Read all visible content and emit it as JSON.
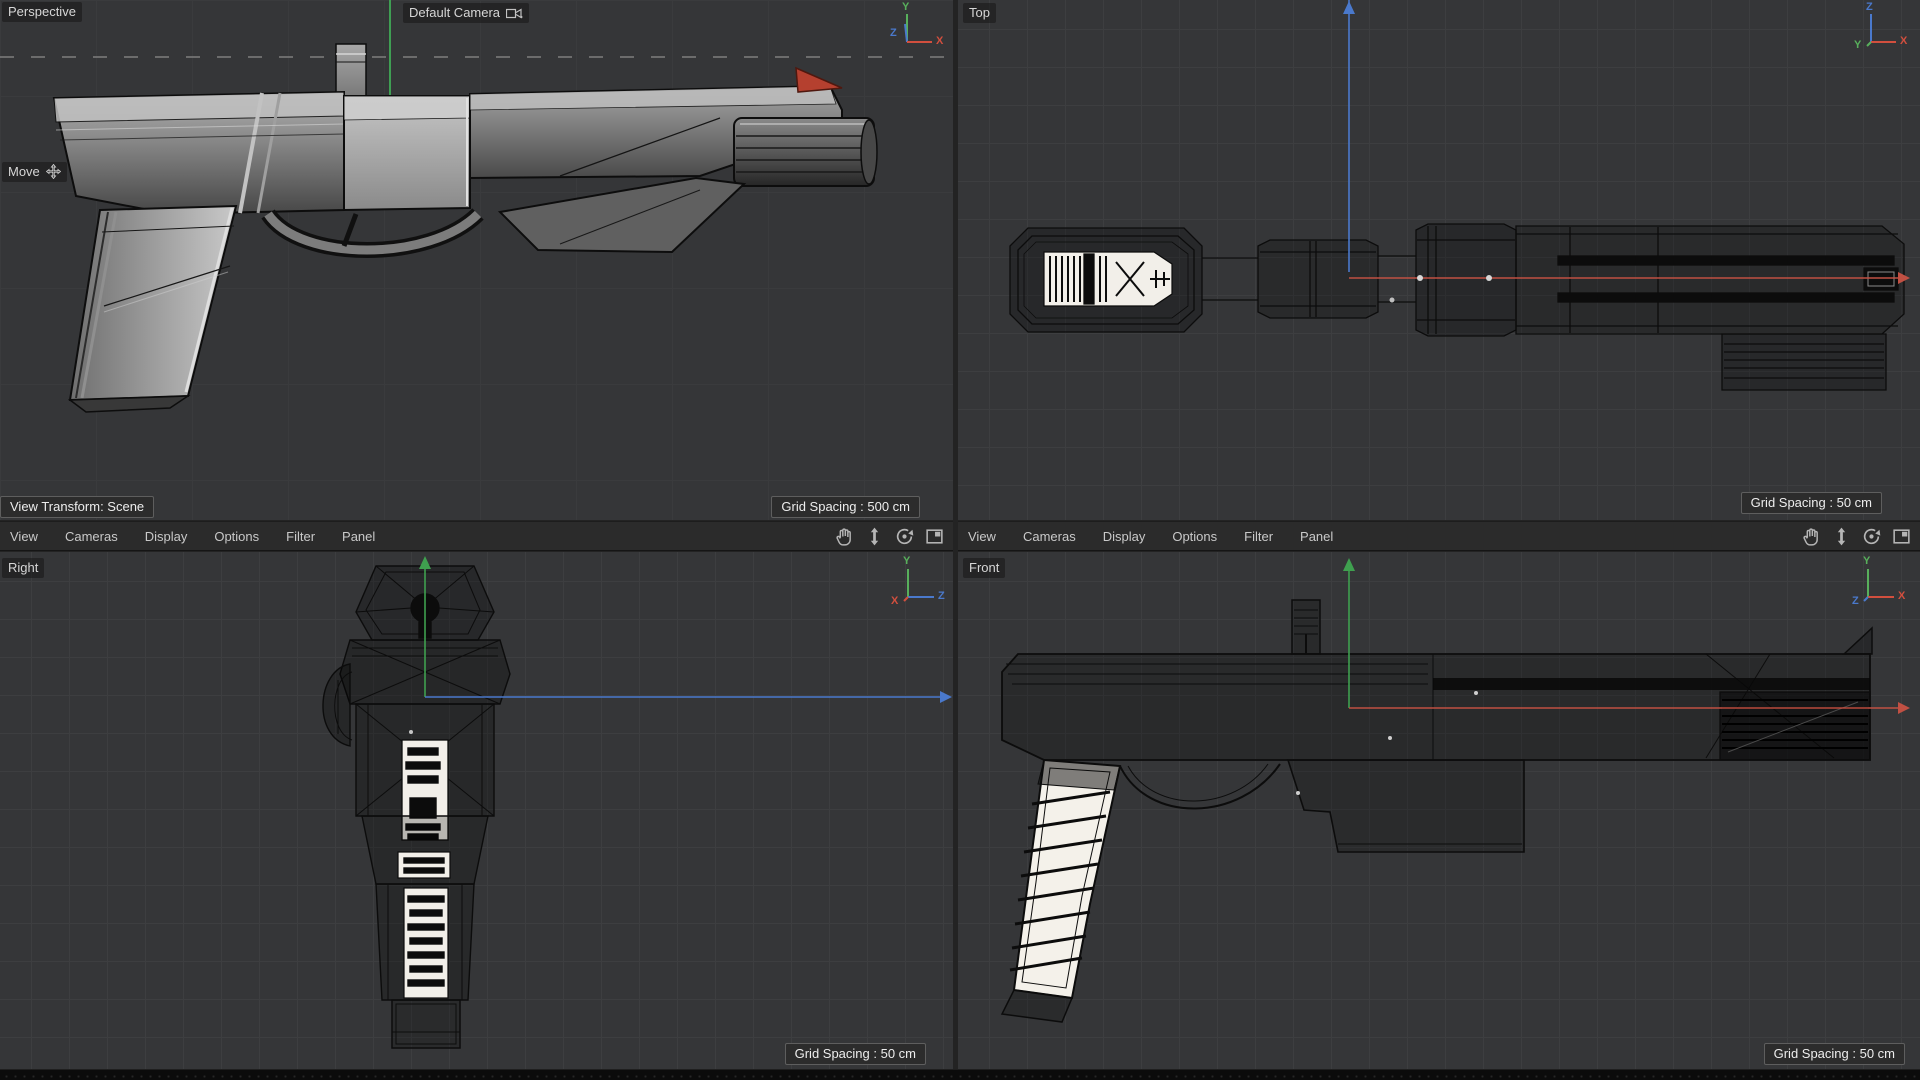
{
  "menus": {
    "items": [
      "View",
      "Cameras",
      "Display",
      "Options",
      "Filter",
      "Panel"
    ]
  },
  "viewports": {
    "perspective": {
      "label": "Perspective",
      "camera_label": "Default Camera",
      "tool_label": "Move",
      "status_left": "View Transform: Scene",
      "grid_spacing": "Grid Spacing : 500 cm",
      "gizmo": {
        "up": "Y",
        "side": "Z",
        "right": "X"
      }
    },
    "top": {
      "label": "Top",
      "grid_spacing": "Grid Spacing : 50 cm",
      "gizmo": {
        "up": "Z",
        "right": "X",
        "depth": "Y"
      }
    },
    "right": {
      "label": "Right",
      "grid_spacing": "Grid Spacing : 50 cm",
      "gizmo": {
        "up": "Y",
        "right": "Z",
        "depth": "X"
      }
    },
    "front": {
      "label": "Front",
      "grid_spacing": "Grid Spacing : 50 cm",
      "gizmo": {
        "up": "Y",
        "right": "X",
        "depth": "Z"
      }
    }
  },
  "icons": {
    "camera": "camera-icon",
    "move": "move-cross-icon",
    "pan": "hand-icon",
    "dolly": "vertical-arrows-icon",
    "orbit": "orbit-icon",
    "panel": "toggle-panel-icon"
  },
  "colors": {
    "axis_x": "#d24f3e",
    "axis_y": "#58b05c",
    "axis_z": "#4a79cc",
    "selection_highlight": "#f2efe9",
    "model_accent_red": "#b5402f",
    "wireframe": "#0c0c0c",
    "viewport_bg": "#353638"
  }
}
